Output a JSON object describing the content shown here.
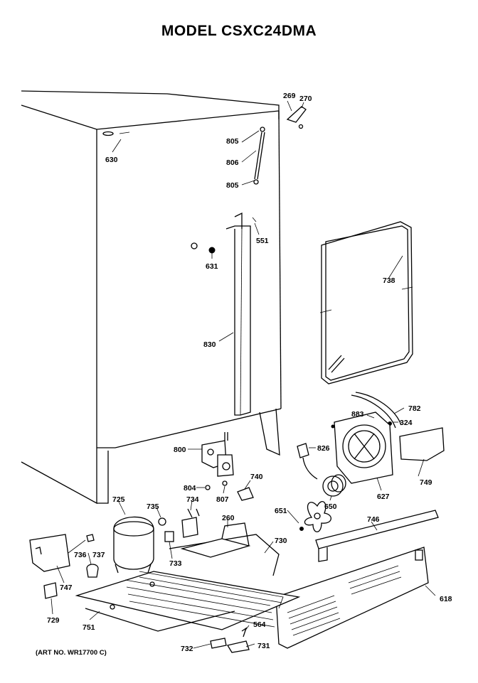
{
  "title": "MODEL CSXC24DMA",
  "art_number": "(ART NO. WR17700 C)",
  "callouts": {
    "p269": "269",
    "p270": "270",
    "p805a": "805",
    "p806": "806",
    "p805b": "805",
    "p630": "630",
    "p551": "551",
    "p631": "631",
    "p738": "738",
    "p830": "830",
    "p782": "782",
    "p883": "883",
    "p324": "324",
    "p800": "800",
    "p826": "826",
    "p749": "749",
    "p740": "740",
    "p804": "804",
    "p807": "807",
    "p627": "627",
    "p725": "725",
    "p735": "735",
    "p734": "734",
    "p260": "260",
    "p651": "651",
    "p650": "650",
    "p746": "746",
    "p736": "736",
    "p737": "737",
    "p733": "733",
    "p730": "730",
    "p747": "747",
    "p618": "618",
    "p729": "729",
    "p751": "751",
    "p564": "564",
    "p732": "732",
    "p731": "731"
  }
}
